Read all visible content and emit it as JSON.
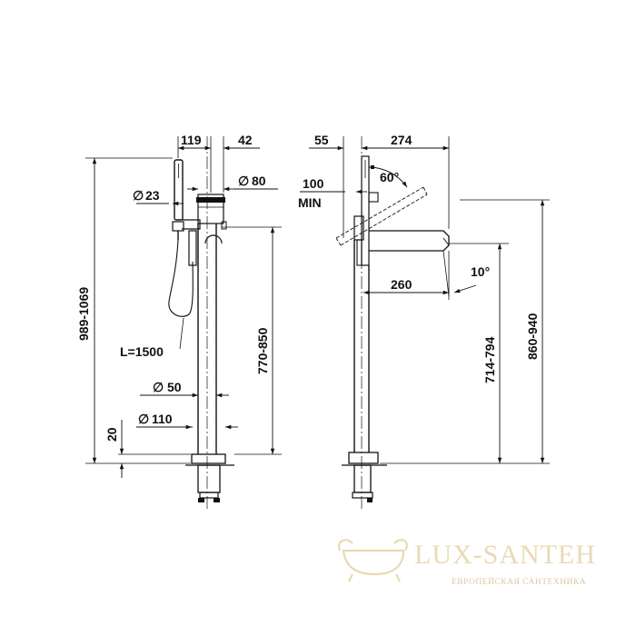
{
  "left_view": {
    "top_dims": [
      "119",
      "42"
    ],
    "dia_handshower": "23",
    "dia_mixer": "80",
    "hose_length": "L=1500",
    "height_total": "989-1069",
    "height_mixer": "770-850",
    "dia_column": "50",
    "dia_base": "110",
    "floor_offset": "20"
  },
  "right_view": {
    "top_dims": [
      "55",
      "274"
    ],
    "swivel_angle": "60°",
    "clearance_min": [
      "100",
      "MIN"
    ],
    "spout_reach": "260",
    "spout_angle": "10°",
    "spout_height": "714-794",
    "total_height": "860-940"
  },
  "diameter_symbol": "∅",
  "watermark": {
    "brand": "LUX-SANTEH",
    "tagline": "ЕВРОПЕЙСКАЯ САНТЕХНИКА"
  }
}
